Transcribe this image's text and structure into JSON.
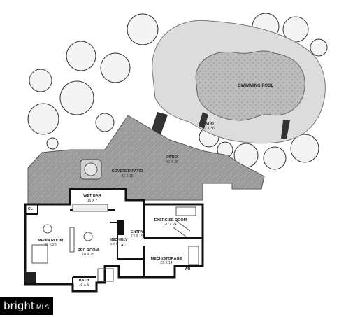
{
  "rooms": {
    "swimming_pool": {
      "name": "SWIMMING POOL"
    },
    "patio_pool": {
      "name": "PATIO",
      "dims": "62 X 36"
    },
    "patio_main": {
      "name": "PATIO",
      "dims": "42 X 26"
    },
    "covered_patio": {
      "name": "COVERED PATIO",
      "dims": "43 X 18"
    },
    "wet_bar": {
      "name": "WET BAR",
      "dims": "16 X 7"
    },
    "ref": {
      "name": "REF"
    },
    "cl": {
      "name": "CL"
    },
    "media_room": {
      "name": "MEDIA ROOM",
      "dims": "36 X 28"
    },
    "rec_room": {
      "name": "REC ROOM",
      "dims": "10 X 25"
    },
    "mech_elev": {
      "name": "MECH/ELV",
      "dims": "6 X 5"
    },
    "ac": {
      "name": "AC"
    },
    "entry": {
      "name": "ENTRY",
      "dims": "13 X 19"
    },
    "exercise_room": {
      "name": "EXERCISE ROOM",
      "dims": "20 X 24"
    },
    "mech_storage": {
      "name": "MECH/STORAGE",
      "dims": "29 X 14"
    },
    "wh": {
      "name": "WH"
    },
    "bath": {
      "name": "BATH",
      "dims": "18 X 6"
    }
  },
  "watermark": {
    "brand": "bright",
    "suffix": "MLS"
  },
  "colors": {
    "patio_fill": "#9a9a9a",
    "pool_fill": "#b5b5b5",
    "deck_fill": "#d9d9d9",
    "wall": "#111111",
    "floor": "#ffffff"
  }
}
